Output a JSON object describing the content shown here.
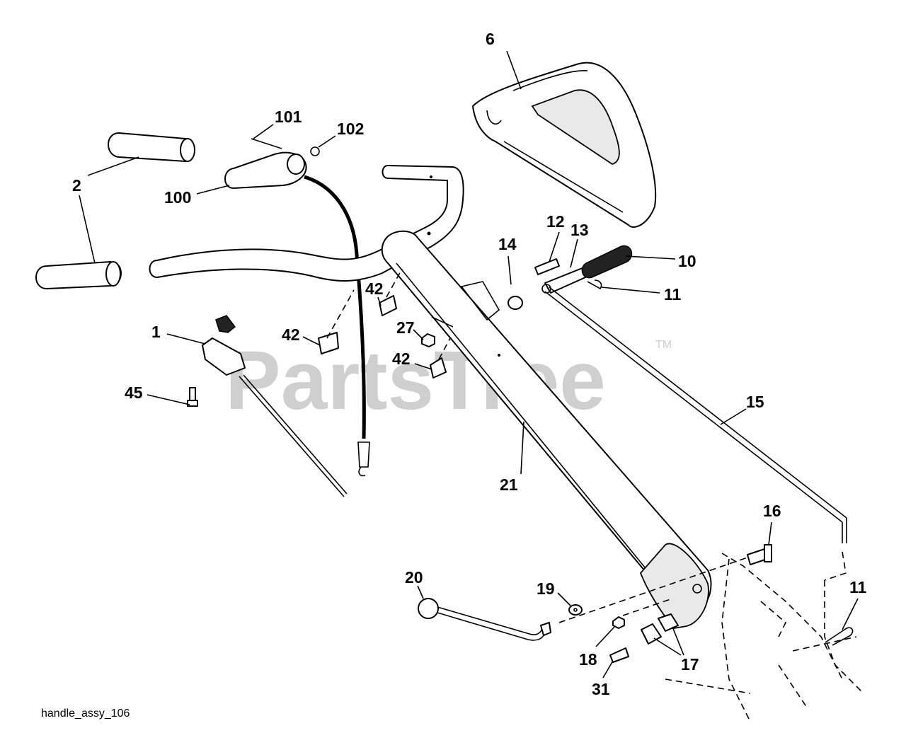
{
  "diagram": {
    "watermark": "PartsTree",
    "watermark_tm": "TM",
    "caption": "handle_assy_106",
    "callouts": {
      "c1": "1",
      "c2": "2",
      "c6": "6",
      "c10": "10",
      "c11a": "11",
      "c11b": "11",
      "c12": "12",
      "c13": "13",
      "c14": "14",
      "c15": "15",
      "c16": "16",
      "c17": "17",
      "c18": "18",
      "c19": "19",
      "c20": "20",
      "c21": "21",
      "c27": "27",
      "c31": "31",
      "c42a": "42",
      "c42b": "42",
      "c42c": "42",
      "c45": "45",
      "c100": "100",
      "c101": "101",
      "c102": "102"
    }
  }
}
